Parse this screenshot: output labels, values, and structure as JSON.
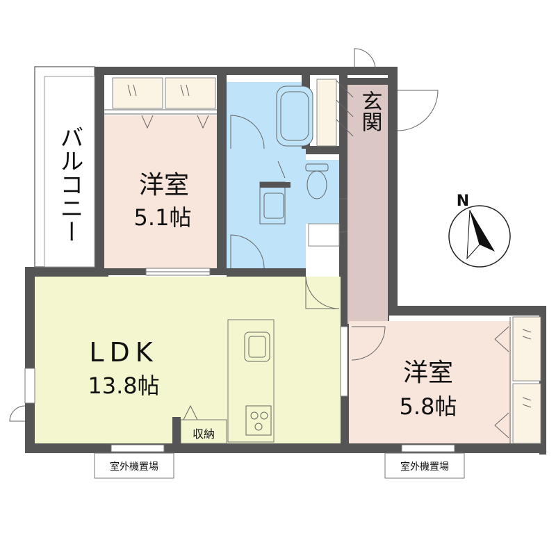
{
  "rooms": {
    "balcony": "バルコニー",
    "bedroom1": {
      "name": "洋室",
      "size": "5.1帖"
    },
    "ldk": {
      "name": "LDK",
      "size": "13.8帖"
    },
    "bedroom2": {
      "name": "洋室",
      "size": "5.8帖"
    },
    "entrance": "玄関",
    "storage": "収納",
    "outdoor_unit": "室外機置場"
  },
  "compass": {
    "label": "N"
  },
  "colors": {
    "wall": "#555555",
    "bedroom": "#f8e6dc",
    "ldk": "#f4f6cf",
    "wet_area": "#bfe3f8",
    "hallway": "#dbc7c3",
    "storage": "#fbf3e3",
    "balcony": "#ffffff"
  }
}
